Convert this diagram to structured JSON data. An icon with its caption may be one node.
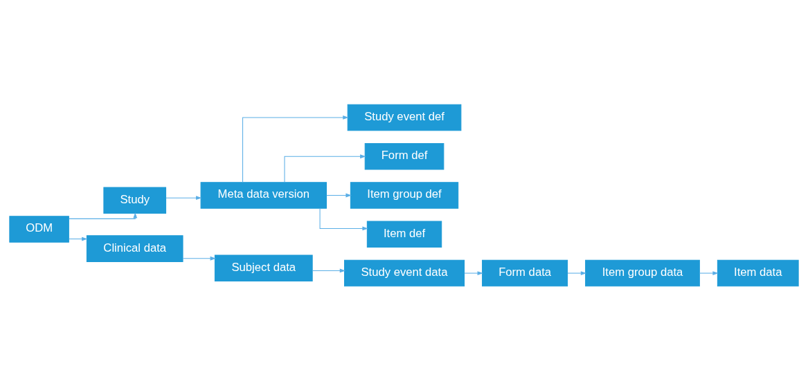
{
  "diagram": {
    "nodes": [
      {
        "text": [
          "ODM"
        ]
      },
      {
        "text": [
          "Study"
        ]
      },
      {
        "text": [
          "Meta data version"
        ]
      },
      {
        "text": [
          "Study event def"
        ]
      },
      {
        "text": [
          "Form def"
        ]
      },
      {
        "text": [
          "Item group def"
        ]
      },
      {
        "text": [
          "Item def"
        ]
      },
      {
        "text": [
          "Clinical data"
        ]
      },
      {
        "text": [
          "Subject data"
        ]
      },
      {
        "text": [
          "Study event data"
        ]
      },
      {
        "text": [
          "Form data"
        ]
      },
      {
        "text": [
          "Item group data"
        ]
      },
      {
        "text": [
          "Item data"
        ]
      }
    ],
    "edges": [
      {
        "from": 0,
        "to": 1,
        "arrow": "to"
      },
      {
        "from": 1,
        "to": 2,
        "arrow": "to"
      },
      {
        "from": 2,
        "to": 3,
        "arrow": "to"
      },
      {
        "from": 2,
        "to": 4,
        "arrow": "to"
      },
      {
        "from": 2,
        "to": 5,
        "arrow": "to"
      },
      {
        "from": 2,
        "to": 6,
        "arrow": "to"
      },
      {
        "from": 0,
        "to": 7,
        "arrow": "to"
      },
      {
        "from": 7,
        "to": 8,
        "arrow": "to"
      },
      {
        "from": 8,
        "to": 9,
        "arrow": "to"
      },
      {
        "from": 9,
        "to": 10,
        "arrow": "to"
      },
      {
        "from": 10,
        "to": 11,
        "arrow": "to"
      },
      {
        "from": 11,
        "to": 12,
        "arrow": "to"
      }
    ]
  }
}
